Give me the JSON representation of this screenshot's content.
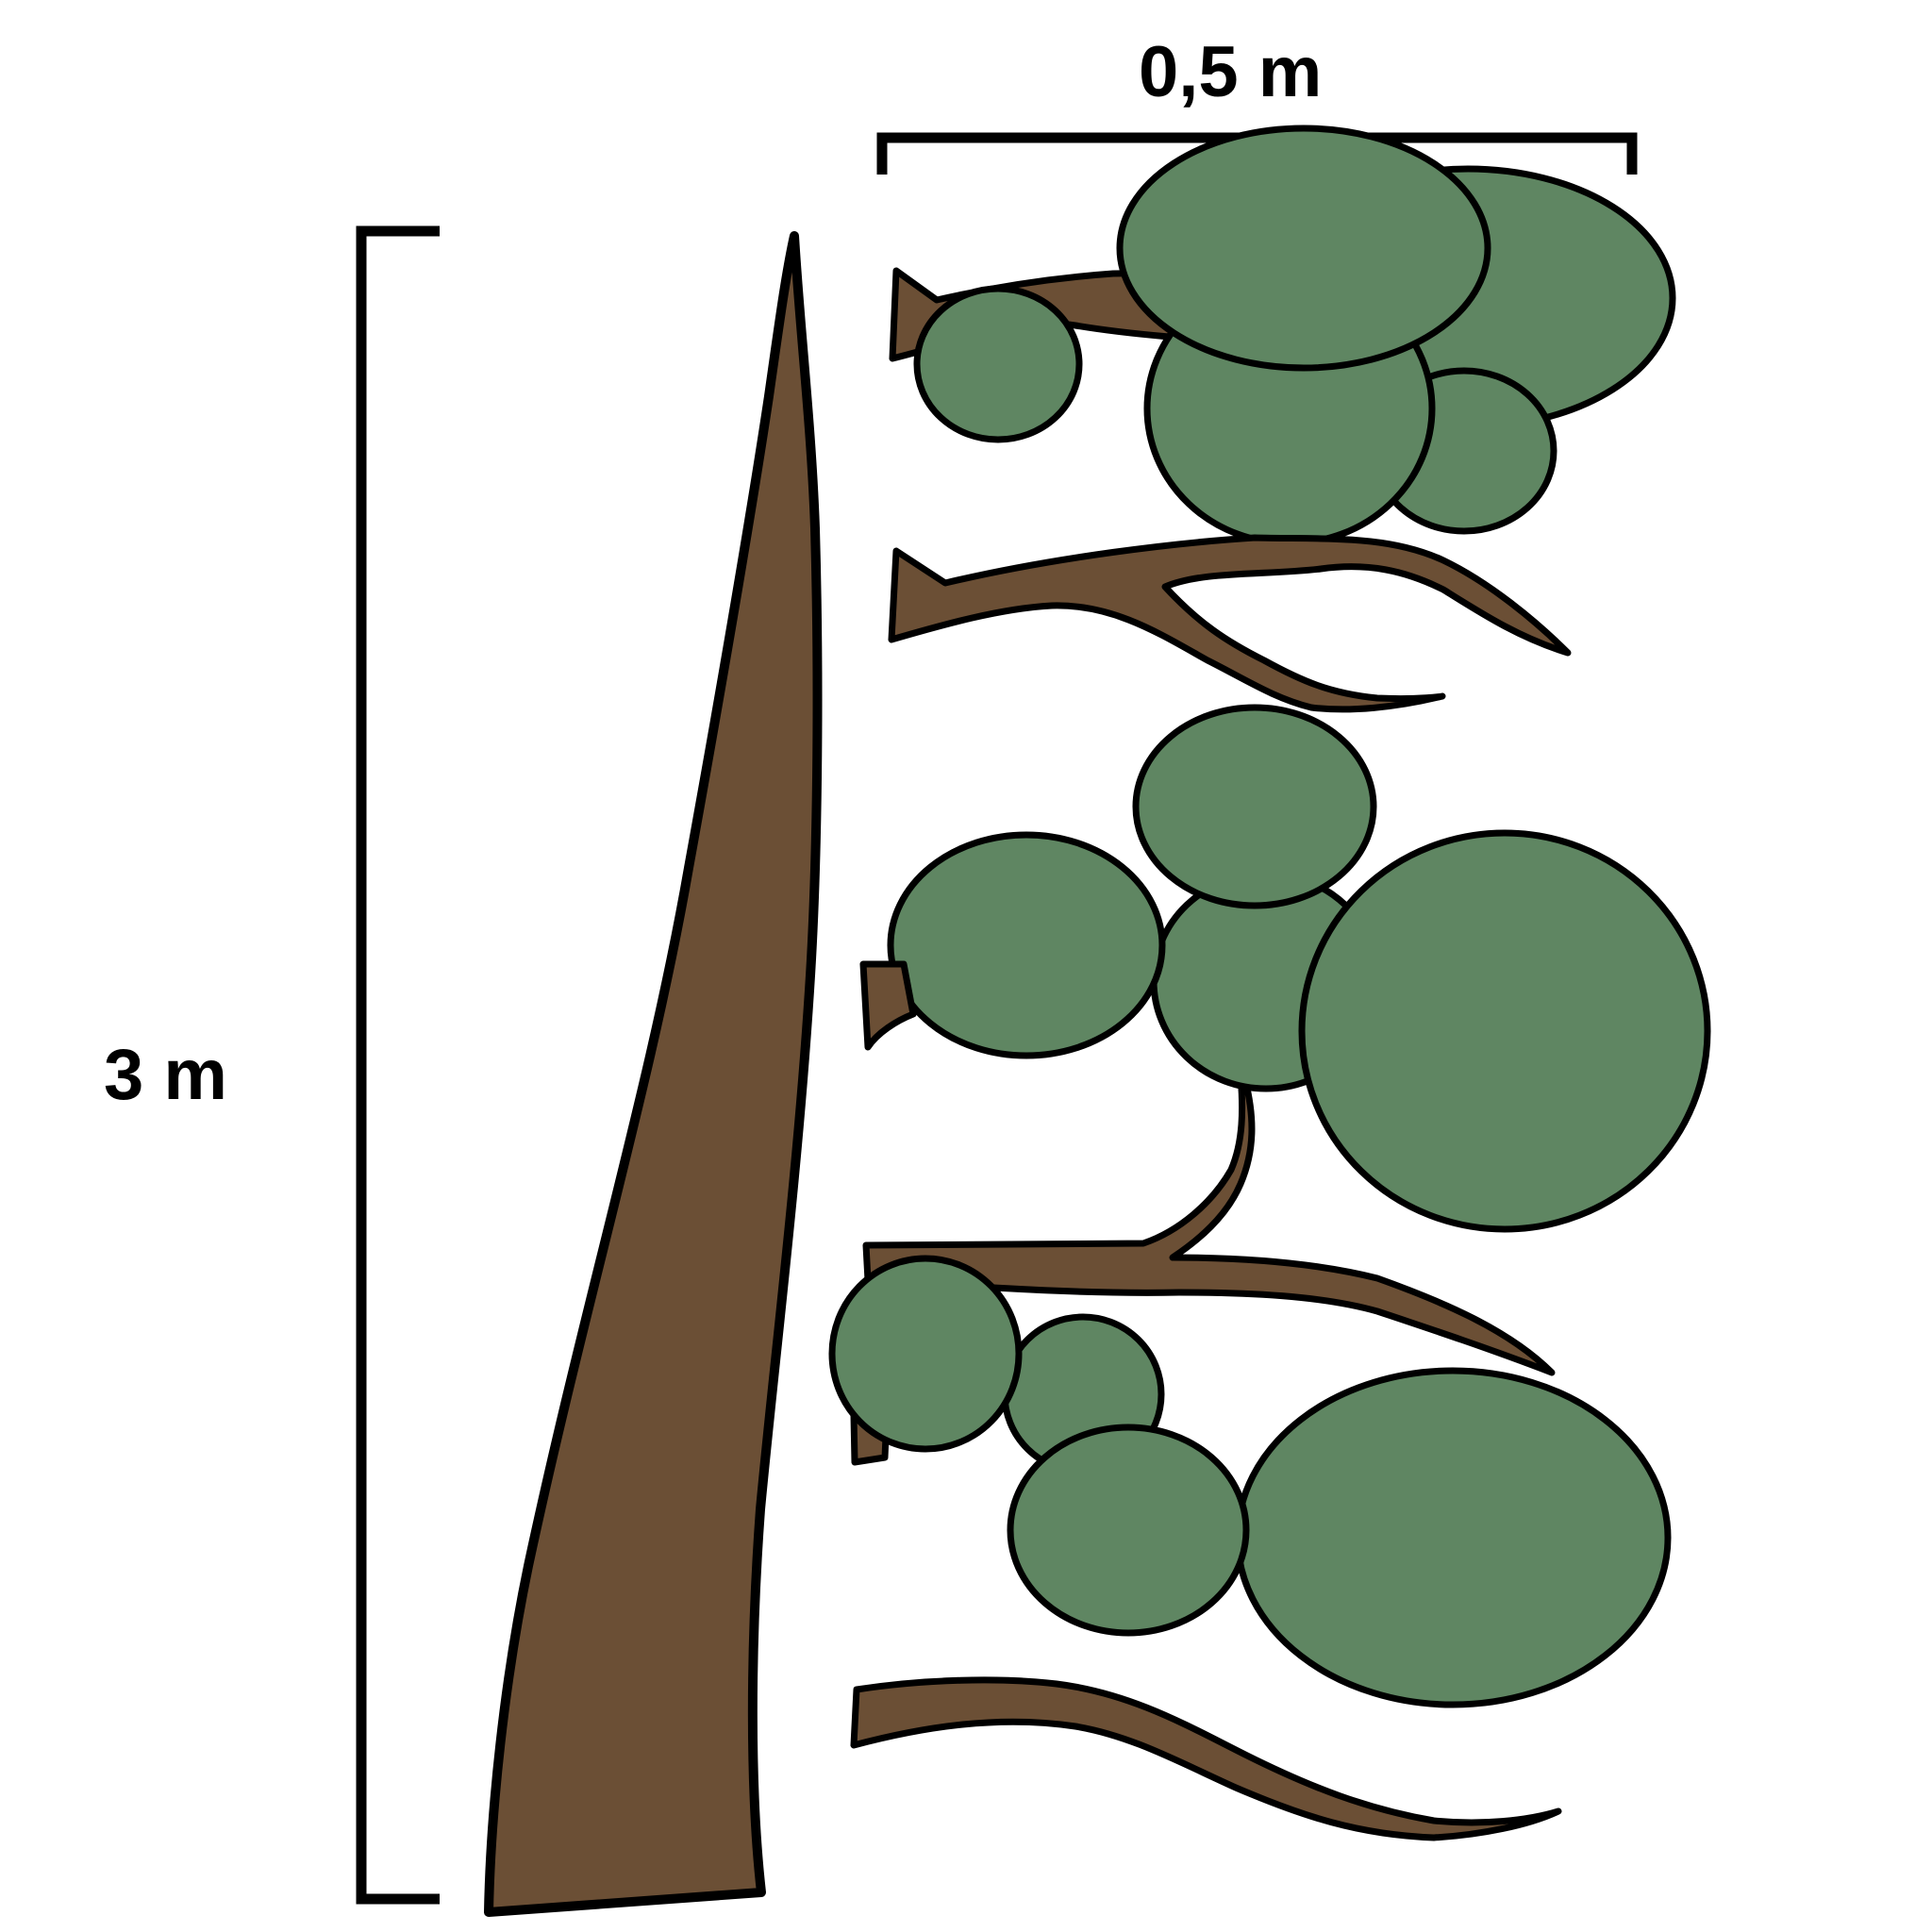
{
  "colors": {
    "background": "#ffffff",
    "wood": "#6b4f35",
    "foliage": "#5f8662",
    "outline": "#000000"
  },
  "labels": {
    "height": "3 m",
    "width": "0,5 m"
  },
  "parts": {
    "trunk": "trunk",
    "branch_tiers": 4,
    "foliage_clusters": 3
  }
}
